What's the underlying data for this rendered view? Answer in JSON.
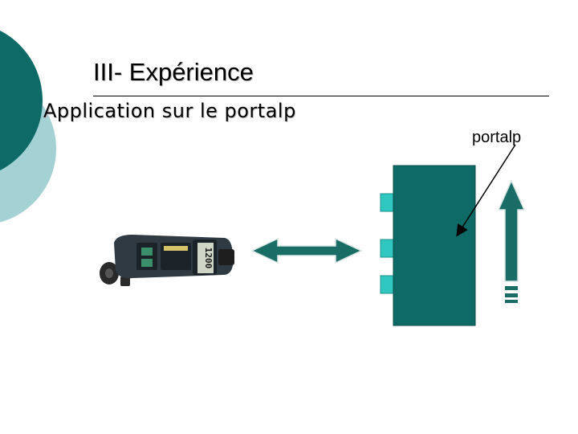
{
  "slide": {
    "title": "III- Expérience",
    "subtitle": "Application sur le portalp",
    "callout_label": "portalp",
    "tachometer_display": "1200"
  },
  "colors": {
    "teal_dark": "#0e6a66",
    "teal_light": "#a4d2d4",
    "teal_bright": "#2fc7c0",
    "arrow_fill": "#1a6d66"
  },
  "icons": {
    "device": "tachometer-device-icon",
    "double_arrow": "double-arrow-icon",
    "up_arrow": "up-arrow-icon"
  }
}
